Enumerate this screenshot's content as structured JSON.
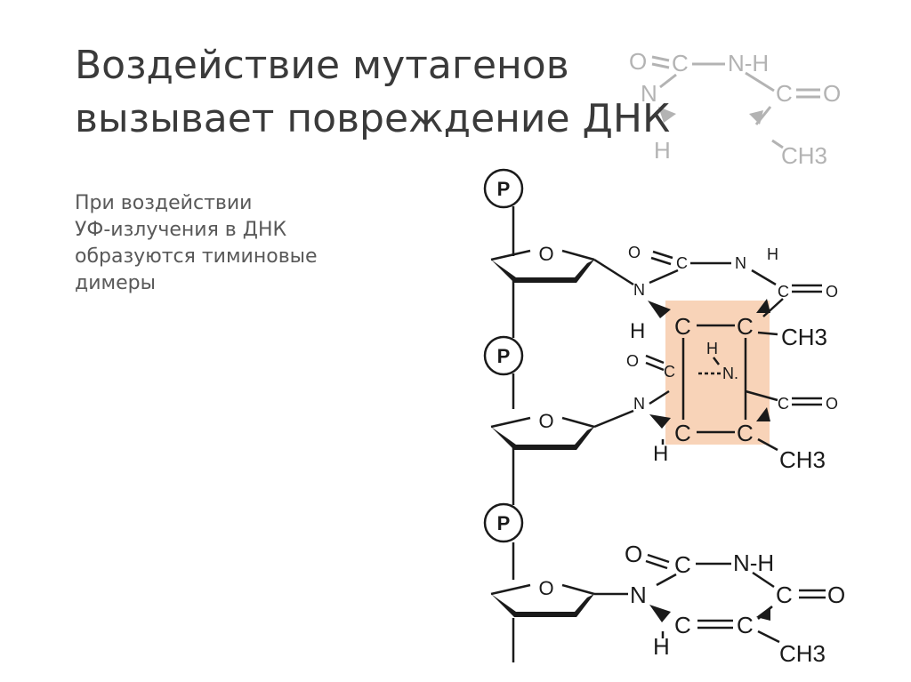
{
  "slide": {
    "title_lines": [
      "Воздействие мутагенов",
      "вызывает повреждение ДНК"
    ],
    "body_lines": [
      "При воздействии",
      "УФ-излучения в ДНК",
      "образуются тиминовые",
      "димеры"
    ]
  },
  "diagram": {
    "phosphate_label": "P",
    "ring_oxygen_label": "O",
    "atoms": {
      "O": "O",
      "C": "C",
      "N": "N",
      "H": "H",
      "NH": "N-H",
      "CH3": "CH3",
      "N_dot": "N."
    },
    "colors": {
      "dimer_highlight": "#f8d3b8",
      "faded": "#b3b3b3",
      "ink": "#1a1a1a"
    }
  }
}
